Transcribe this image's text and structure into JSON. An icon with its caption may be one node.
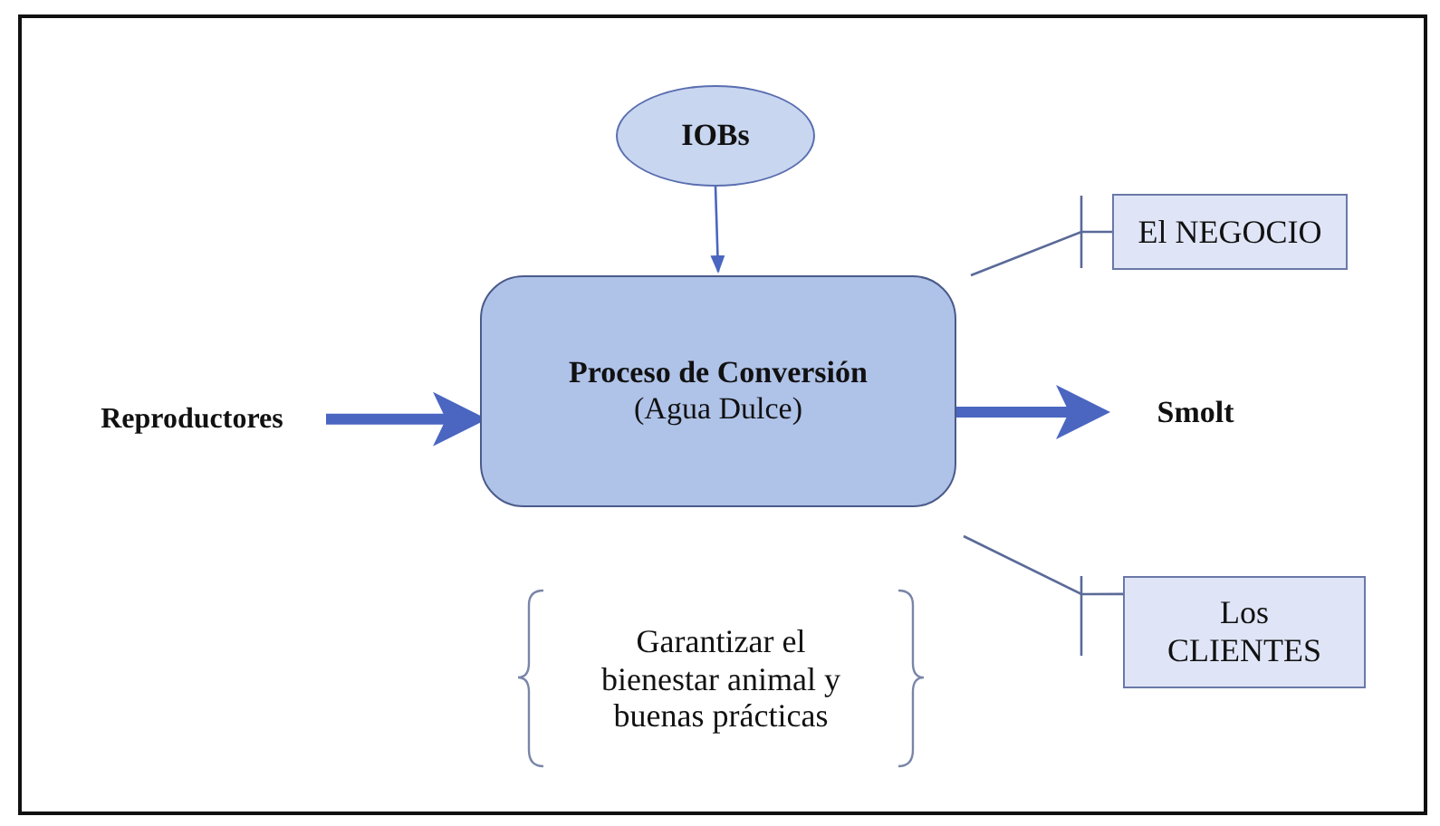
{
  "diagram": {
    "nodes": [
      {
        "text": [
          "IOBs"
        ]
      },
      {
        "text": [
          "Proceso de Conversión",
          "(Agua Dulce)"
        ]
      },
      {
        "text": [
          "Reproductores"
        ]
      },
      {
        "text": [
          "Smolt"
        ]
      },
      {
        "text": [
          "El NEGOCIO"
        ]
      },
      {
        "text": [
          "Los CLIENTES"
        ]
      },
      {
        "text": [
          "Garantizar el bienestar animal y buenas prácticas"
        ]
      }
    ],
    "edges": [
      {
        "from": 0,
        "to": 1,
        "arrow": "to"
      },
      {
        "from": 2,
        "to": 1,
        "arrow": "to",
        "style": "thick"
      },
      {
        "from": 1,
        "to": 3,
        "arrow": "to",
        "style": "thick"
      },
      {
        "from": 1,
        "to": 4,
        "arrow": "none"
      },
      {
        "from": 1,
        "to": 5,
        "arrow": "none"
      }
    ]
  }
}
